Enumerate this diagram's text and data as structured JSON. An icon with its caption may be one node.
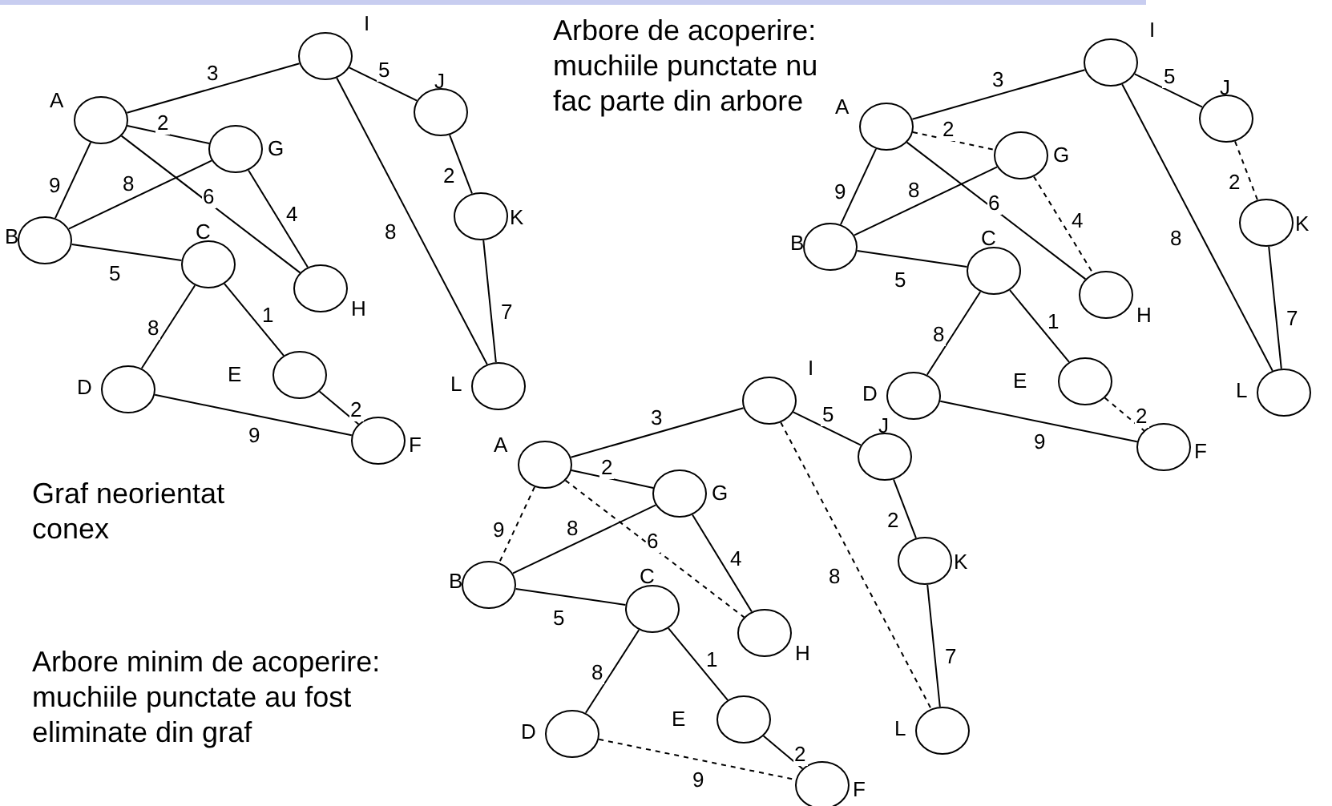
{
  "diagram": {
    "nodes": [
      {
        "text": [],
        "shape": "circle",
        "beside": [
          "A"
        ]
      },
      {
        "text": [],
        "shape": "circle",
        "beside": [
          "B"
        ]
      },
      {
        "text": [],
        "shape": "circle",
        "beside": [
          "C"
        ]
      },
      {
        "text": [],
        "shape": "circle",
        "beside": [
          "D"
        ]
      },
      {
        "text": [],
        "shape": "circle",
        "beside": [
          "E"
        ]
      },
      {
        "text": [],
        "shape": "circle",
        "beside": [
          "F"
        ]
      },
      {
        "text": [],
        "shape": "circle",
        "beside": [
          "G"
        ]
      },
      {
        "text": [],
        "shape": "circle",
        "beside": [
          "H"
        ]
      },
      {
        "text": [],
        "shape": "circle",
        "beside": [
          "I"
        ]
      },
      {
        "text": [],
        "shape": "circle",
        "beside": [
          "J"
        ]
      },
      {
        "text": [],
        "shape": "circle",
        "beside": [
          "K"
        ]
      },
      {
        "text": [],
        "shape": "circle",
        "beside": [
          "L"
        ]
      },
      {
        "text": [],
        "shape": "circle",
        "beside": [
          "A"
        ]
      },
      {
        "text": [],
        "shape": "circle",
        "beside": [
          "B"
        ]
      },
      {
        "text": [],
        "shape": "circle",
        "beside": [
          "C"
        ]
      },
      {
        "text": [],
        "shape": "circle",
        "beside": [
          "D"
        ]
      },
      {
        "text": [],
        "shape": "circle",
        "beside": [
          "E"
        ]
      },
      {
        "text": [],
        "shape": "circle",
        "beside": [
          "F"
        ]
      },
      {
        "text": [],
        "shape": "circle",
        "beside": [
          "G"
        ]
      },
      {
        "text": [],
        "shape": "circle",
        "beside": [
          "H"
        ]
      },
      {
        "text": [],
        "shape": "circle",
        "beside": [
          "I"
        ]
      },
      {
        "text": [],
        "shape": "circle",
        "beside": [
          "J"
        ]
      },
      {
        "text": [],
        "shape": "circle",
        "beside": [
          "K"
        ]
      },
      {
        "text": [],
        "shape": "circle",
        "beside": [
          "L"
        ]
      },
      {
        "text": [],
        "shape": "circle",
        "beside": [
          "A"
        ]
      },
      {
        "text": [],
        "shape": "circle",
        "beside": [
          "B"
        ]
      },
      {
        "text": [],
        "shape": "circle",
        "beside": [
          "C"
        ]
      },
      {
        "text": [],
        "shape": "circle",
        "beside": [
          "D"
        ]
      },
      {
        "text": [],
        "shape": "circle",
        "beside": [
          "E"
        ]
      },
      {
        "text": [],
        "shape": "circle",
        "beside": [
          "F"
        ]
      },
      {
        "text": [],
        "shape": "circle",
        "beside": [
          "G"
        ]
      },
      {
        "text": [],
        "shape": "circle",
        "beside": [
          "H"
        ]
      },
      {
        "text": [],
        "shape": "circle",
        "beside": [
          "I"
        ]
      },
      {
        "text": [],
        "shape": "circle",
        "beside": [
          "J"
        ]
      },
      {
        "text": [],
        "shape": "circle",
        "beside": [
          "K"
        ]
      },
      {
        "text": [],
        "shape": "circle",
        "beside": [
          "L"
        ]
      }
    ],
    "edges": [
      {
        "from": 0,
        "to": 8,
        "arrow": "none",
        "label": "3"
      },
      {
        "from": 8,
        "to": 9,
        "arrow": "none",
        "label": "5"
      },
      {
        "from": 9,
        "to": 10,
        "arrow": "none",
        "label": "2"
      },
      {
        "from": 10,
        "to": 11,
        "arrow": "none",
        "label": "7"
      },
      {
        "from": 8,
        "to": 11,
        "arrow": "none",
        "label": "8"
      },
      {
        "from": 0,
        "to": 6,
        "arrow": "none",
        "label": "2"
      },
      {
        "from": 0,
        "to": 1,
        "arrow": "none",
        "label": "9"
      },
      {
        "from": 0,
        "to": 7,
        "arrow": "none",
        "label": "6"
      },
      {
        "from": 1,
        "to": 6,
        "arrow": "none",
        "label": "8"
      },
      {
        "from": 6,
        "to": 7,
        "arrow": "none",
        "label": "4"
      },
      {
        "from": 1,
        "to": 2,
        "arrow": "none",
        "label": "5"
      },
      {
        "from": 2,
        "to": 3,
        "arrow": "none",
        "label": "8"
      },
      {
        "from": 2,
        "to": 4,
        "arrow": "none",
        "label": "1"
      },
      {
        "from": 4,
        "to": 5,
        "arrow": "none",
        "label": "2"
      },
      {
        "from": 3,
        "to": 5,
        "arrow": "none",
        "label": "9"
      },
      {
        "from": 12,
        "to": 20,
        "arrow": "none",
        "label": "3"
      },
      {
        "from": 20,
        "to": 21,
        "arrow": "none",
        "label": "5"
      },
      {
        "from": 21,
        "to": 22,
        "arrow": "none",
        "label": "2",
        "style": "dashed"
      },
      {
        "from": 22,
        "to": 23,
        "arrow": "none",
        "label": "7"
      },
      {
        "from": 20,
        "to": 23,
        "arrow": "none",
        "label": "8"
      },
      {
        "from": 12,
        "to": 18,
        "arrow": "none",
        "label": "2",
        "style": "dashed"
      },
      {
        "from": 12,
        "to": 13,
        "arrow": "none",
        "label": "9"
      },
      {
        "from": 12,
        "to": 19,
        "arrow": "none",
        "label": "6"
      },
      {
        "from": 13,
        "to": 18,
        "arrow": "none",
        "label": "8"
      },
      {
        "from": 18,
        "to": 19,
        "arrow": "none",
        "label": "4",
        "style": "dashed"
      },
      {
        "from": 13,
        "to": 14,
        "arrow": "none",
        "label": "5"
      },
      {
        "from": 14,
        "to": 15,
        "arrow": "none",
        "label": "8"
      },
      {
        "from": 14,
        "to": 16,
        "arrow": "none",
        "label": "1"
      },
      {
        "from": 16,
        "to": 17,
        "arrow": "none",
        "label": "2",
        "style": "dashed"
      },
      {
        "from": 15,
        "to": 17,
        "arrow": "none",
        "label": "9"
      },
      {
        "from": 24,
        "to": 32,
        "arrow": "none",
        "label": "3"
      },
      {
        "from": 32,
        "to": 33,
        "arrow": "none",
        "label": "5"
      },
      {
        "from": 33,
        "to": 34,
        "arrow": "none",
        "label": "2"
      },
      {
        "from": 34,
        "to": 35,
        "arrow": "none",
        "label": "7"
      },
      {
        "from": 32,
        "to": 35,
        "arrow": "none",
        "label": "8",
        "style": "dashed"
      },
      {
        "from": 24,
        "to": 30,
        "arrow": "none",
        "label": "2"
      },
      {
        "from": 24,
        "to": 25,
        "arrow": "none",
        "label": "9",
        "style": "dashed"
      },
      {
        "from": 24,
        "to": 31,
        "arrow": "none",
        "label": "6",
        "style": "dashed"
      },
      {
        "from": 25,
        "to": 30,
        "arrow": "none",
        "label": "8"
      },
      {
        "from": 30,
        "to": 31,
        "arrow": "none",
        "label": "4"
      },
      {
        "from": 25,
        "to": 26,
        "arrow": "none",
        "label": "5"
      },
      {
        "from": 26,
        "to": 27,
        "arrow": "none",
        "label": "8"
      },
      {
        "from": 26,
        "to": 28,
        "arrow": "none",
        "label": "1"
      },
      {
        "from": 28,
        "to": 29,
        "arrow": "none",
        "label": "2"
      },
      {
        "from": 27,
        "to": 29,
        "arrow": "none",
        "label": "9",
        "style": "dashed"
      }
    ],
    "labels": [
      "Arbore de acoperire: muchiile punctate nu fac parte din arbore",
      "Graf neorientat conex",
      "Arbore minim de acoperire: muchiile punctate au fost eliminate din graf"
    ]
  }
}
